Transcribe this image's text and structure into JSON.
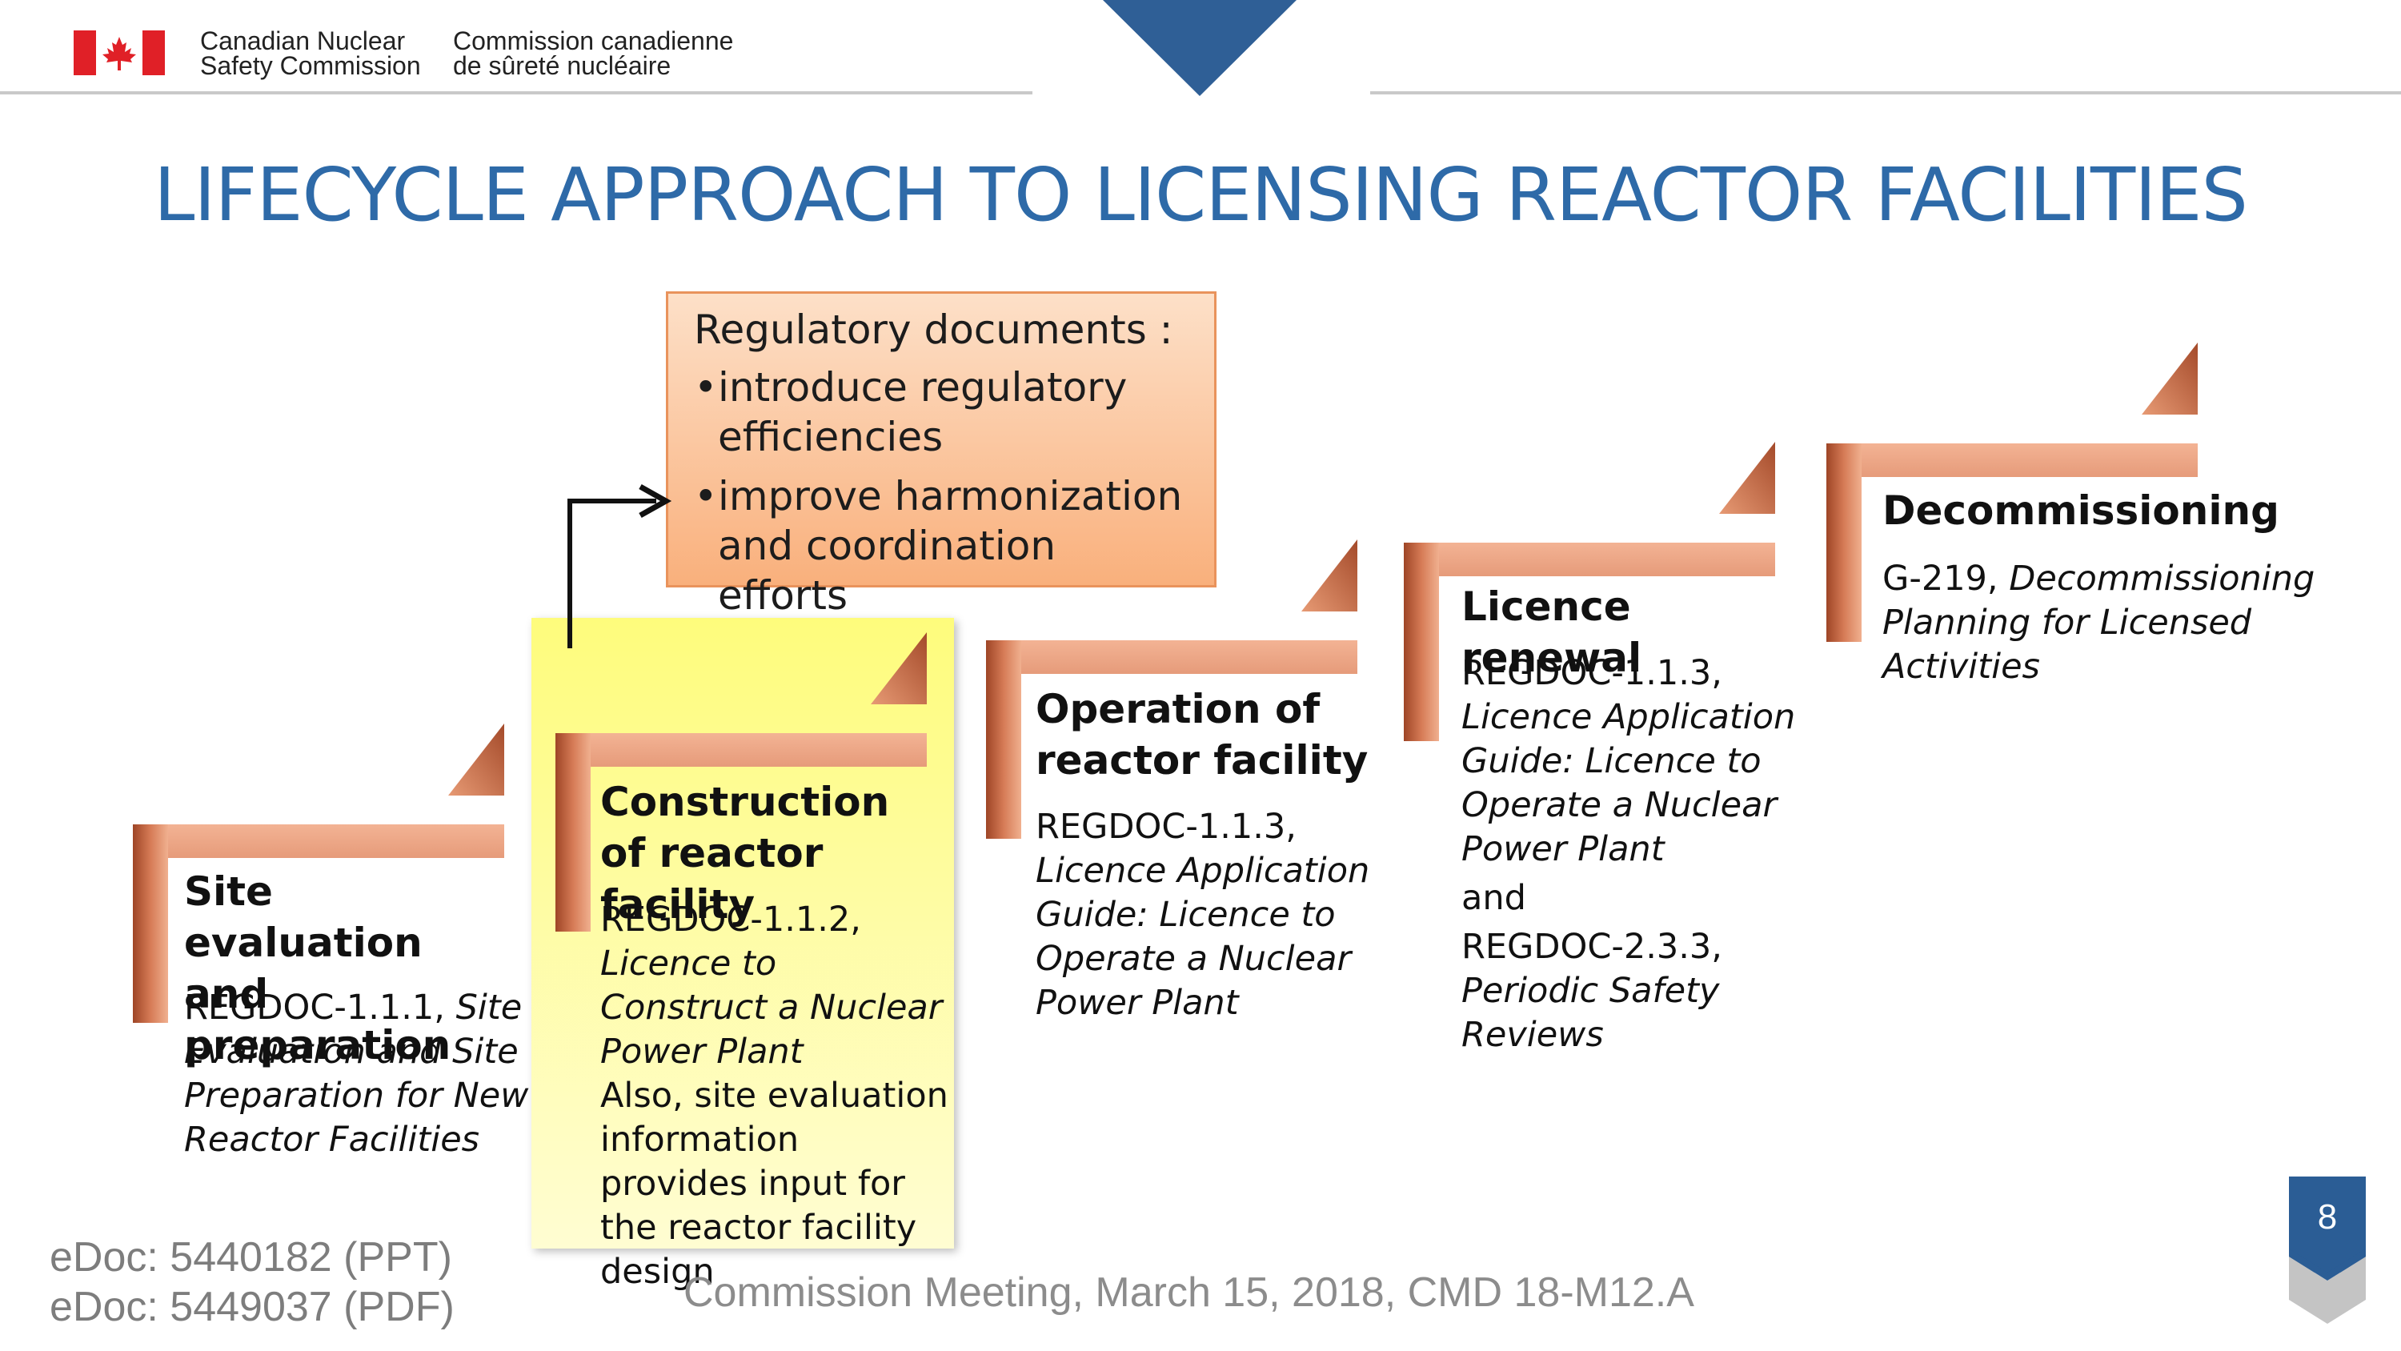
{
  "header": {
    "org_en_line1": "Canadian Nuclear",
    "org_en_line2": "Safety Commission",
    "org_fr_line1": "Commission canadienne",
    "org_fr_line2": "de sûreté nucléaire"
  },
  "title": "LIFECYCLE APPROACH TO LICENSING REACTOR FACILITIES",
  "regulatory_box": {
    "heading": "Regulatory documents :",
    "bullets": [
      "introduce regulatory efficiencies",
      "improve harmonization and coordination efforts"
    ]
  },
  "steps": [
    {
      "title": "Site evaluation and preparation",
      "ref": "REGDOC-1.1.1, ",
      "ref_title": "Site Evaluation and Site Preparation for New Reactor Facilities"
    },
    {
      "title": "Construction of reactor facility",
      "ref": "REGDOC-1.1.2,",
      "ref_title": "Licence to Construct a Nuclear Power Plant",
      "extra": "Also, site evaluation information provides input for the reactor facility design"
    },
    {
      "title": "Operation of reactor facility",
      "ref": "REGDOC-1.1.3,",
      "ref_title": "Licence Application Guide: Licence to Operate a Nuclear Power Plant"
    },
    {
      "title": "Licence renewal",
      "ref": "REGDOC-1.1.3,",
      "ref_title": "Licence Application Guide: Licence to Operate a Nuclear Power Plant",
      "and": "and",
      "ref2": "REGDOC-2.3.3,",
      "ref2_title": "Periodic Safety Reviews"
    },
    {
      "title": "Decommissioning",
      "ref": "G-219, ",
      "ref_title": "Decommissioning Planning for Licensed Activities"
    }
  ],
  "page_number": "8",
  "footer": {
    "edoc_ppt": "eDoc: 5440182 (PPT)",
    "edoc_pdf": "eDoc: 5449037 (PDF)",
    "meeting": "Commission Meeting, March 15, 2018, CMD 18-M12.A"
  },
  "colors": {
    "title_blue": "#2e6aa8",
    "copper": "#c0623e",
    "highlight_yellow": "#fefc7c",
    "box_orange": "#f9b07c",
    "page_badge": "#2b5d95"
  }
}
